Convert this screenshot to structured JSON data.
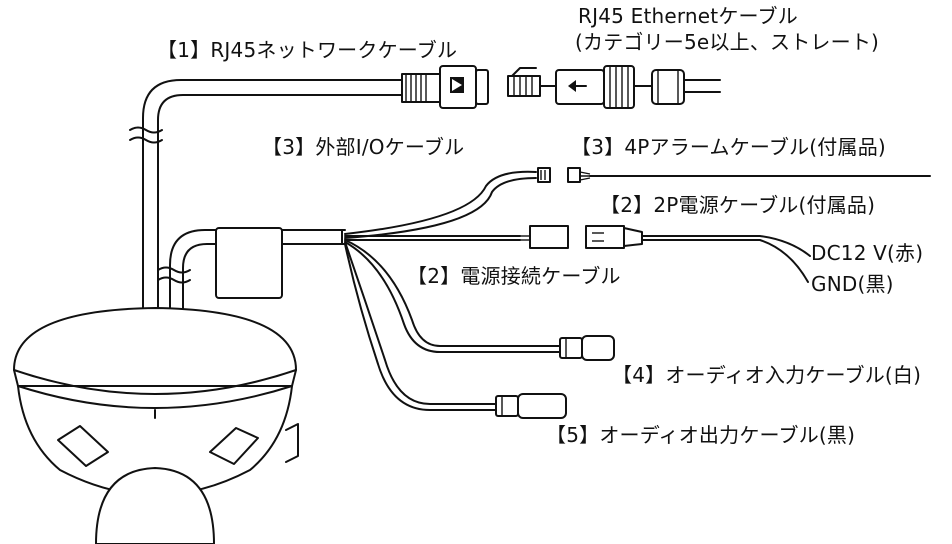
{
  "labels": {
    "rj45_network": "【1】RJ45ネットワークケーブル",
    "ethernet_line1": "RJ45 Ethernetケーブル",
    "ethernet_line2": "(カテゴリー5e以上、ストレート)",
    "external_io": "【3】外部I/Oケーブル",
    "alarm_4p": "【3】4Pアラームケーブル(付属品)",
    "power_2p": "【2】2P電源ケーブル(付属品)",
    "power_connect": "【2】電源接続ケーブル",
    "dc12v": "DC12 V(赤)",
    "gnd": "GND(黒)",
    "audio_in": "【4】オーディオ入力ケーブル(白)",
    "audio_out": "【5】オーディオ出力ケーブル(黒)"
  },
  "colors": {
    "ink": "#111111",
    "background": "#ffffff"
  }
}
